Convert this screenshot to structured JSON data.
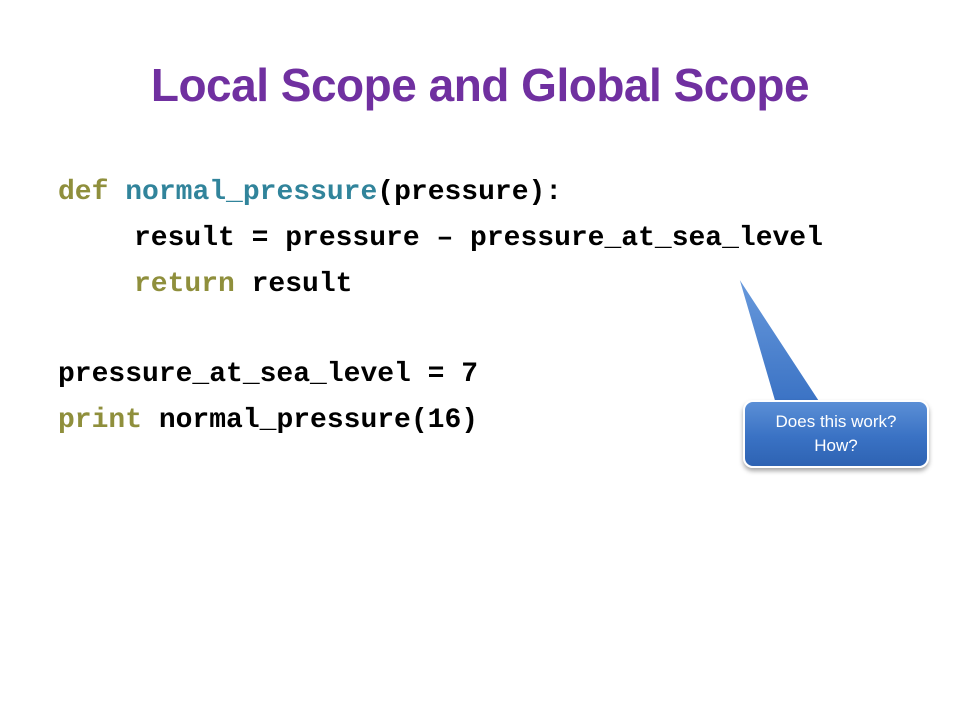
{
  "title": "Local Scope and Global Scope",
  "code": {
    "line1": {
      "kw": "def",
      "sp": " ",
      "fn": "normal_pressure",
      "rest": "(pressure):"
    },
    "line2": {
      "text": "result = pressure – pressure_at_sea_level"
    },
    "line3": {
      "kw": "return",
      "rest": " result"
    },
    "line4": {
      "text": "pressure_at_sea_level = 7"
    },
    "line5": {
      "kw": "print",
      "rest": " normal_pressure(16)"
    }
  },
  "callout": {
    "line1": "Does this work?",
    "line2": "How?"
  },
  "colors": {
    "title": "#7030A0",
    "keyword": "#8F8F3C",
    "function_name": "#31849B",
    "callout_fill": "#3A72C4"
  }
}
